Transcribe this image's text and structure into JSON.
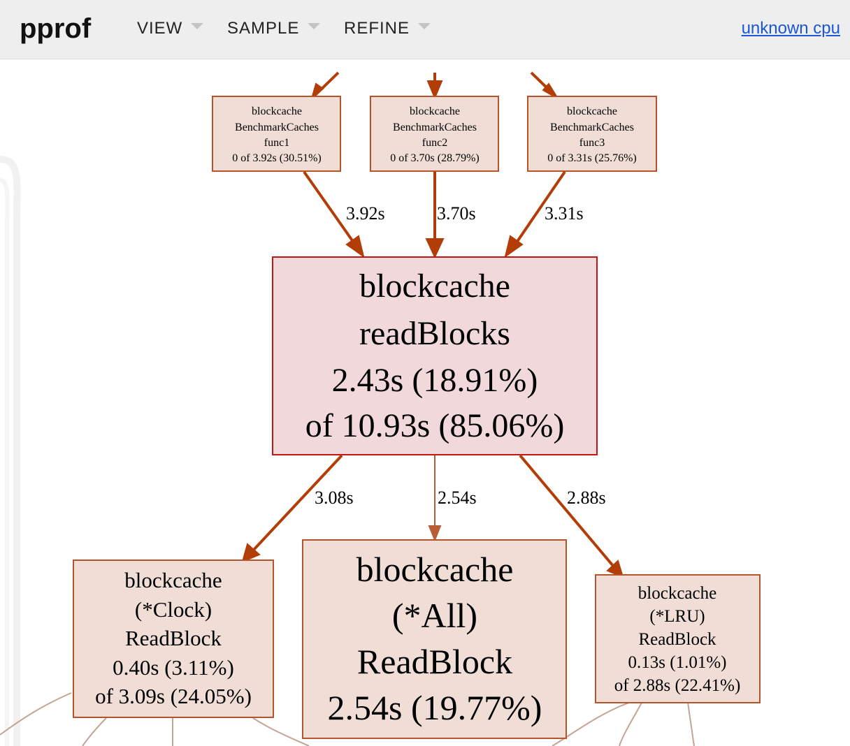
{
  "header": {
    "logo": "pprof",
    "menus": [
      {
        "label": "VIEW"
      },
      {
        "label": "SAMPLE"
      },
      {
        "label": "REFINE"
      }
    ],
    "sample_type_link": "unknown cpu"
  },
  "graph": {
    "nodes": {
      "func1": {
        "lines": [
          "blockcache",
          "BenchmarkCaches",
          "func1",
          "0 of 3.92s (30.51%)"
        ]
      },
      "func2": {
        "lines": [
          "blockcache",
          "BenchmarkCaches",
          "func2",
          "0 of 3.70s (28.79%)"
        ]
      },
      "func3": {
        "lines": [
          "blockcache",
          "BenchmarkCaches",
          "func3",
          "0 of 3.31s (25.76%)"
        ]
      },
      "readBlocks": {
        "lines": [
          "blockcache",
          "readBlocks",
          "2.43s (18.91%)",
          "of 10.93s (85.06%)"
        ]
      },
      "clock": {
        "lines": [
          "blockcache",
          "(*Clock)",
          "ReadBlock",
          "0.40s (3.11%)",
          "of 3.09s (24.05%)"
        ]
      },
      "all": {
        "lines": [
          "blockcache",
          "(*All)",
          "ReadBlock",
          "2.54s (19.77%)"
        ]
      },
      "lru": {
        "lines": [
          "blockcache",
          "(*LRU)",
          "ReadBlock",
          "0.13s (1.01%)",
          "of 2.88s (22.41%)"
        ]
      }
    },
    "edges": {
      "func1_to_readBlocks": "3.92s",
      "func2_to_readBlocks": "3.70s",
      "func3_to_readBlocks": "3.31s",
      "readBlocks_to_clock": "3.08s",
      "readBlocks_to_all": "2.54s",
      "readBlocks_to_lru": "2.88s"
    },
    "colors": {
      "edge_hot": "#b33d06",
      "edge_warm": "#b85d35",
      "edge_faint": "#c4a593",
      "node_fill": "#efddd6",
      "node_border": "#b5532a",
      "hot_fill": "#f1d8da",
      "hot_border": "#c21616",
      "background": "#ffffff"
    }
  }
}
